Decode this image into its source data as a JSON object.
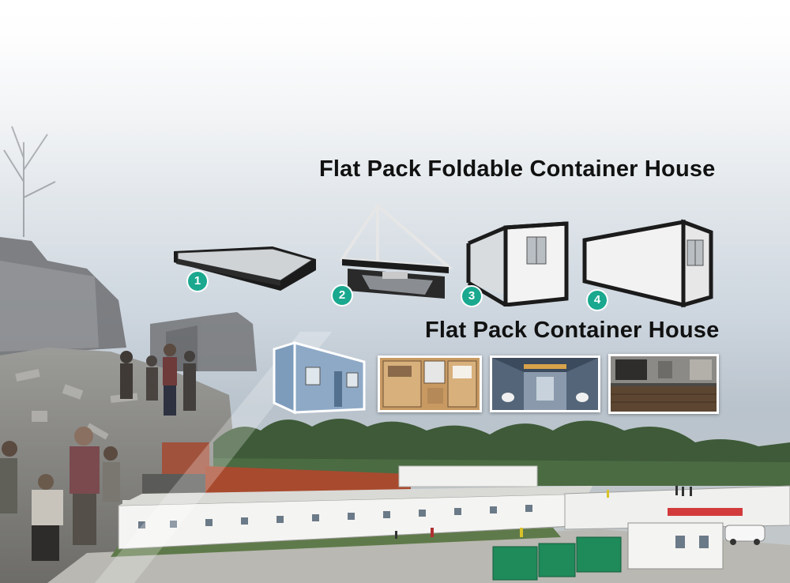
{
  "headline_top": "Flat Pack Foldable Container House",
  "headline_bottom": "Flat Pack Container House",
  "steps": [
    {
      "number": "1",
      "icon": "folded-container-flat"
    },
    {
      "number": "2",
      "icon": "container-unfolding-frame"
    },
    {
      "number": "3",
      "icon": "container-open-side"
    },
    {
      "number": "4",
      "icon": "container-assembled"
    }
  ],
  "thumbnails": [
    {
      "icon": "blue-container-exterior"
    },
    {
      "icon": "container-floor-plan-bedroom"
    },
    {
      "icon": "container-bathroom-interior"
    },
    {
      "icon": "container-kitchen-interior"
    }
  ],
  "colors": {
    "step_badge": "#1aa88f",
    "text": "#111111",
    "container_frame": "#1b1b1b",
    "green_box": "#1f8a5a"
  }
}
